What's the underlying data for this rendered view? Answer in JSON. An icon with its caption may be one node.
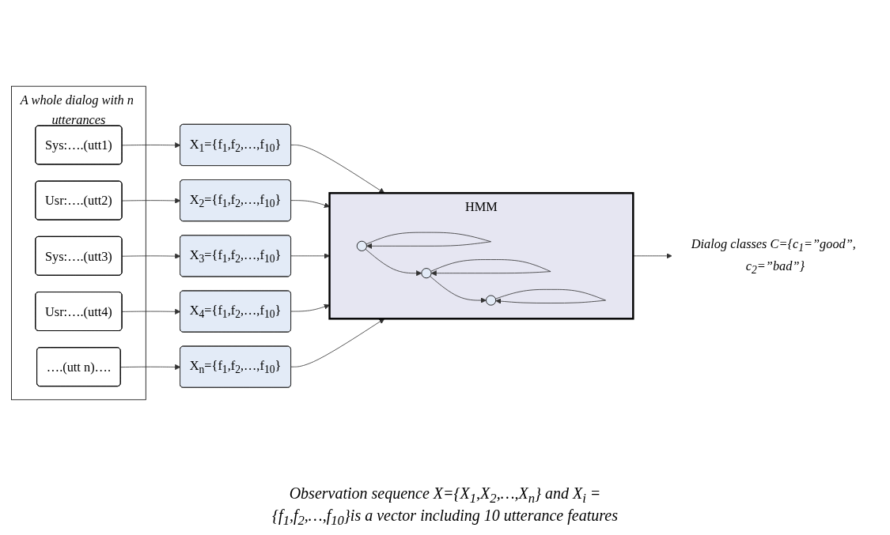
{
  "diagram": {
    "nodes": [
      {
        "text": [
          "A whole dialog with n utterances"
        ]
      },
      {
        "text": [
          "Sys:….(utt1)"
        ],
        "in": 0
      },
      {
        "text": [
          "Usr:….(utt2)"
        ],
        "in": 0
      },
      {
        "text": [
          "Sys:….(utt3)"
        ],
        "in": 0
      },
      {
        "text": [
          "Usr:….(utt4)"
        ],
        "in": 0
      },
      {
        "text": [
          "….(utt n)…."
        ],
        "in": 0
      },
      {
        "text": [
          "X$_{1}$={f$_{1}$,f$_{2}$,…,f$_{10}$}"
        ]
      },
      {
        "text": [
          "X$_{2}$={f$_{1}$,f$_{2}$,…,f$_{10}$}"
        ]
      },
      {
        "text": [
          "X$_{3}$={f$_{1}$,f$_{2}$,…,f$_{10}$}"
        ]
      },
      {
        "text": [
          "X$_{4}$={f$_{1}$,f$_{2}$,…,f$_{10}$}"
        ]
      },
      {
        "text": [
          "X$_{n}$={f$_{1}$,f$_{2}$,…,f$_{10}$}"
        ]
      },
      {
        "text": [
          "HMM"
        ]
      },
      {
        "text": [],
        "shape": "circle",
        "in": 11
      },
      {
        "text": [],
        "shape": "circle",
        "in": 11
      },
      {
        "text": [],
        "shape": "circle",
        "in": 11
      },
      {
        "text": [
          "Dialog classes C={c$_{1}$=”good”, c$_{2}$=”bad”}"
        ]
      }
    ],
    "edges": [
      {
        "from": 1,
        "to": 6,
        "arrow": "to"
      },
      {
        "from": 2,
        "to": 7,
        "arrow": "to"
      },
      {
        "from": 3,
        "to": 8,
        "arrow": "to"
      },
      {
        "from": 4,
        "to": 9,
        "arrow": "to"
      },
      {
        "from": 5,
        "to": 10,
        "arrow": "to"
      },
      {
        "from": 6,
        "to": 11,
        "arrow": "to"
      },
      {
        "from": 7,
        "to": 11,
        "arrow": "to"
      },
      {
        "from": 8,
        "to": 11,
        "arrow": "to"
      },
      {
        "from": 9,
        "to": 11,
        "arrow": "to"
      },
      {
        "from": 10,
        "to": 11,
        "arrow": "to"
      },
      {
        "from": 12,
        "to": 12,
        "arrow": "to"
      },
      {
        "from": 13,
        "to": 13,
        "arrow": "to"
      },
      {
        "from": 14,
        "to": 14,
        "arrow": "to"
      },
      {
        "from": 12,
        "to": 13,
        "arrow": "to"
      },
      {
        "from": 13,
        "to": 14,
        "arrow": "to"
      },
      {
        "from": 11,
        "to": 15,
        "arrow": "to"
      }
    ],
    "labels": [
      "Observation sequence X={X$_{1}$,X$_{2}$,…,X$_{n}$} and X$_{i}$ ={f$_{1}$,f$_{2}$,…,f$_{10}$}is a vector including 10 utterance features"
    ]
  }
}
